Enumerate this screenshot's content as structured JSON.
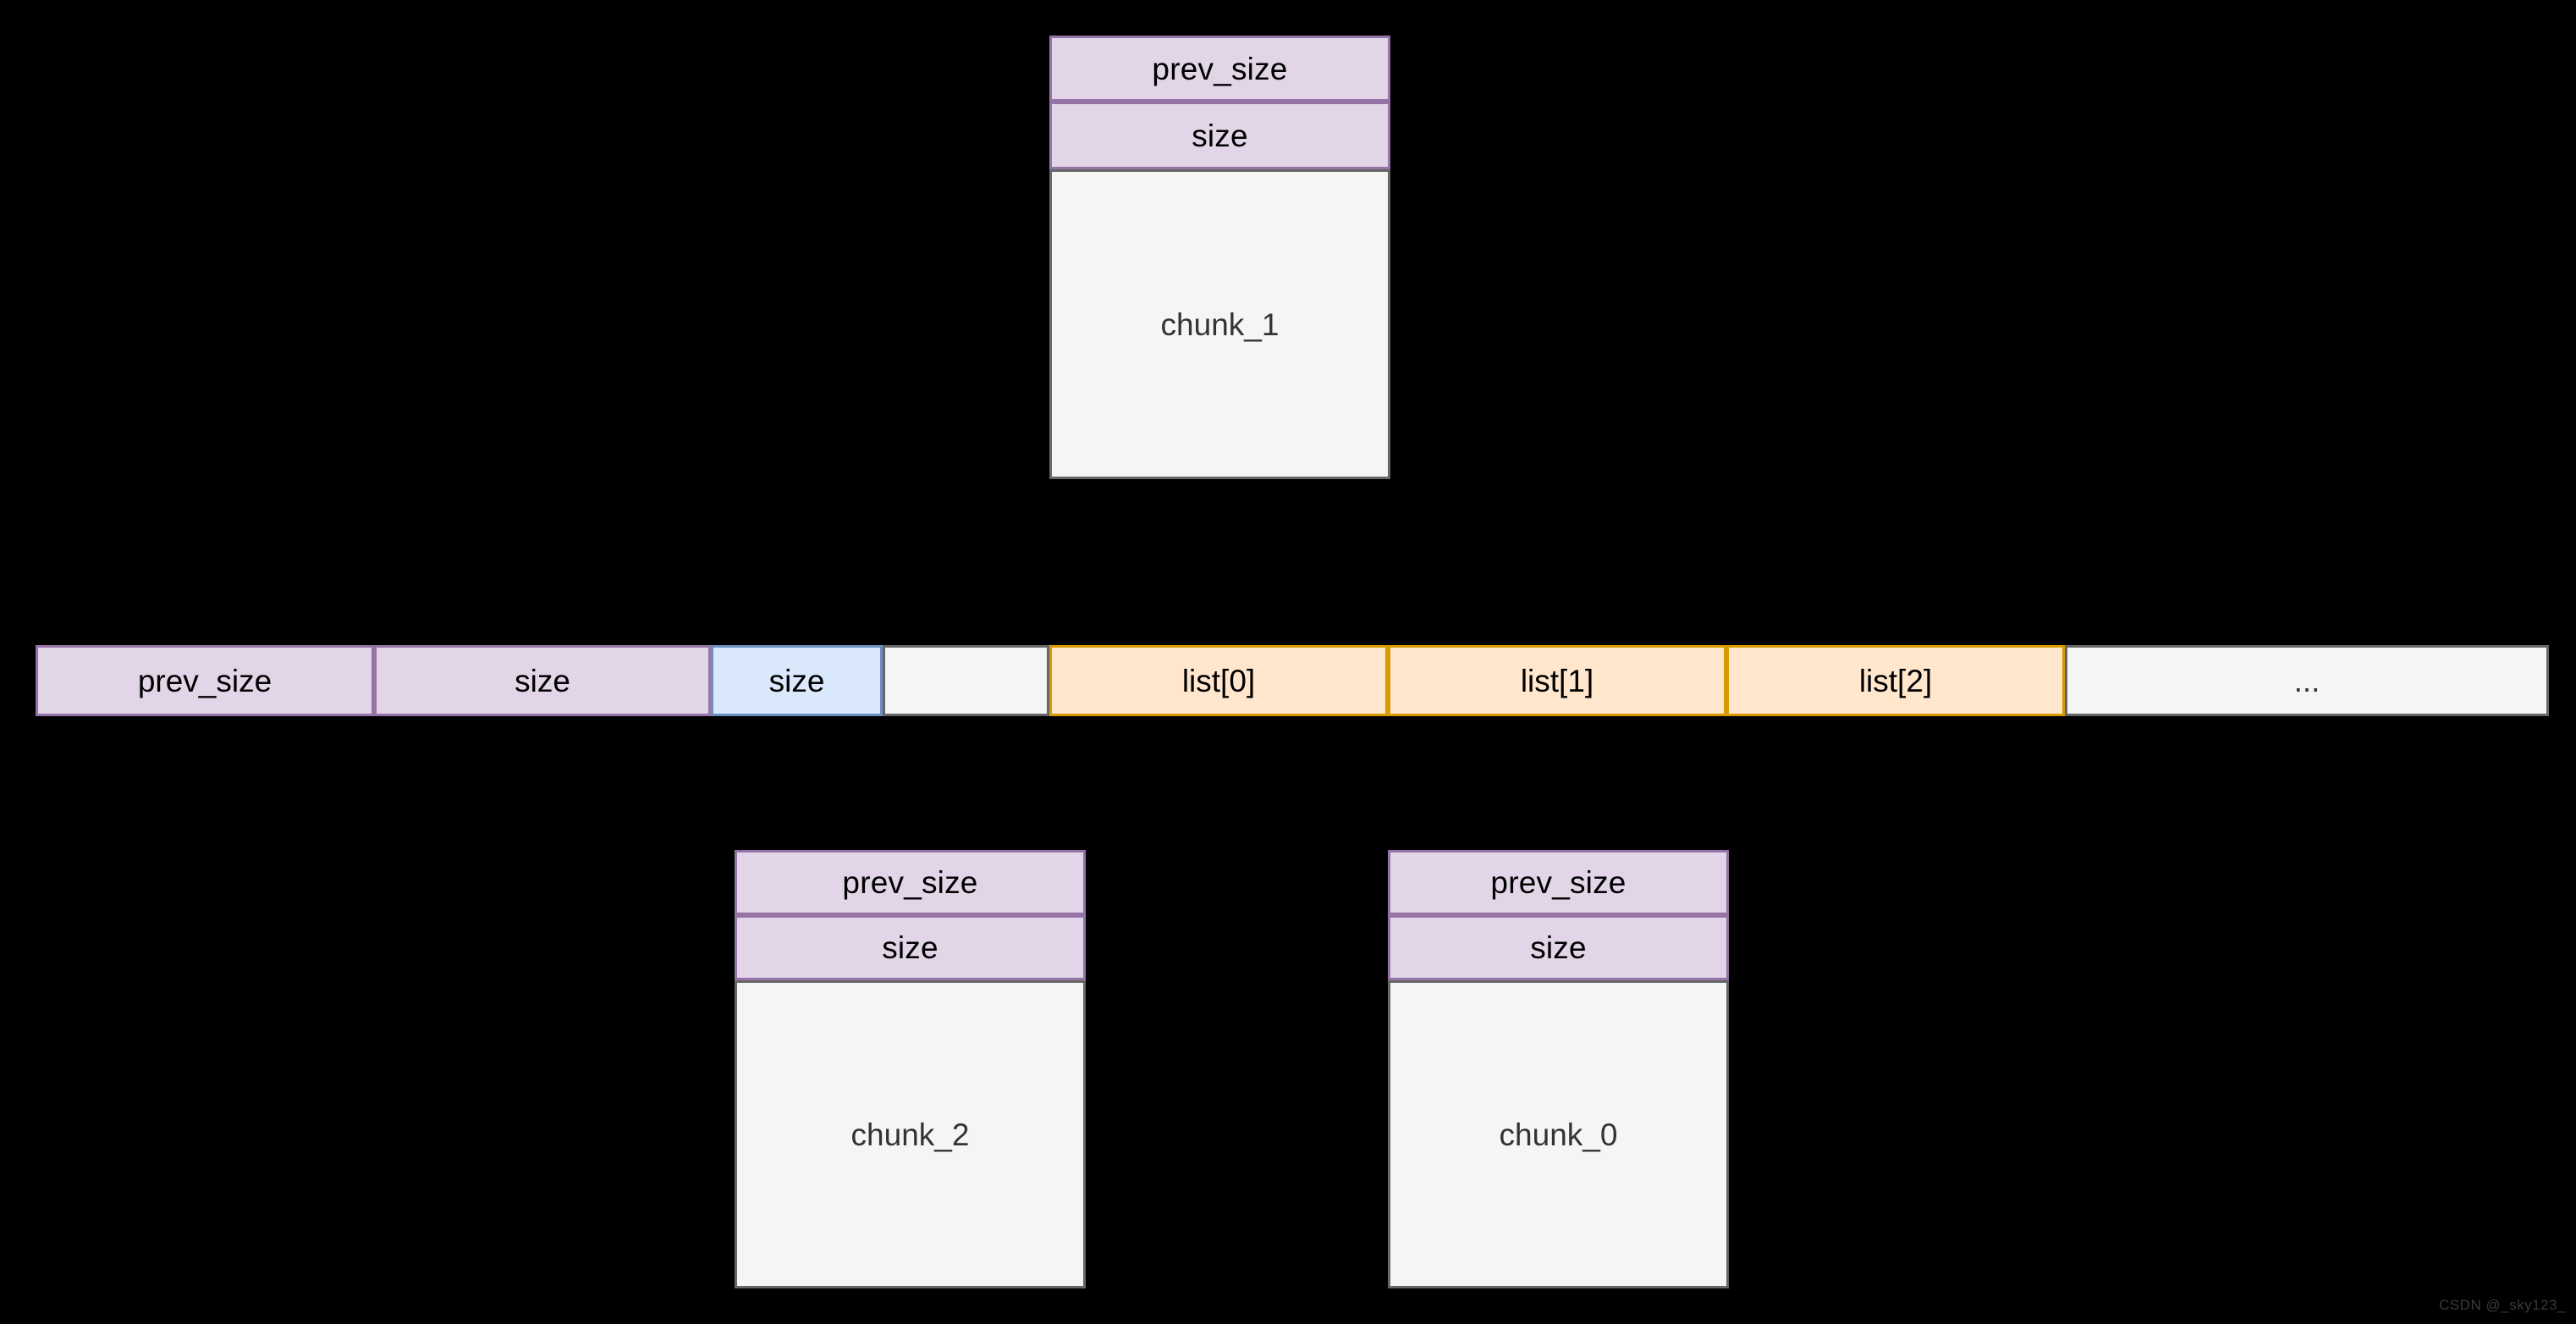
{
  "diagram": {
    "title": "heap chunk layout diagram",
    "background_color": "#000000",
    "colors": {
      "header_fill": "#e1d5e7",
      "header_border": "#9673a6",
      "body_fill": "#f5f5f5",
      "body_border": "#666666",
      "blue_fill": "#dae8fc",
      "blue_border": "#6c8ebf",
      "orange_fill": "#ffe6cc",
      "orange_border": "#d79b00",
      "text_color": "#000000",
      "body_text_color": "#333333"
    }
  },
  "chunk_top": {
    "prev_size_label": "prev_size",
    "size_label": "size",
    "body_label": "chunk_1"
  },
  "memory_bar": {
    "cells": [
      {
        "label": "prev_size",
        "style": "purple"
      },
      {
        "label": "size",
        "style": "purple"
      },
      {
        "label": "size",
        "style": "blue"
      },
      {
        "label": "",
        "style": "gray"
      },
      {
        "label": "list[0]",
        "style": "orange"
      },
      {
        "label": "list[1]",
        "style": "orange"
      },
      {
        "label": "list[2]",
        "style": "orange"
      },
      {
        "label": "...",
        "style": "gray"
      }
    ]
  },
  "chunk_bottom_left": {
    "prev_size_label": "prev_size",
    "size_label": "size",
    "body_label": "chunk_2"
  },
  "chunk_bottom_right": {
    "prev_size_label": "prev_size",
    "size_label": "size",
    "body_label": "chunk_0"
  },
  "watermark": {
    "text": "CSDN @_sky123_"
  }
}
